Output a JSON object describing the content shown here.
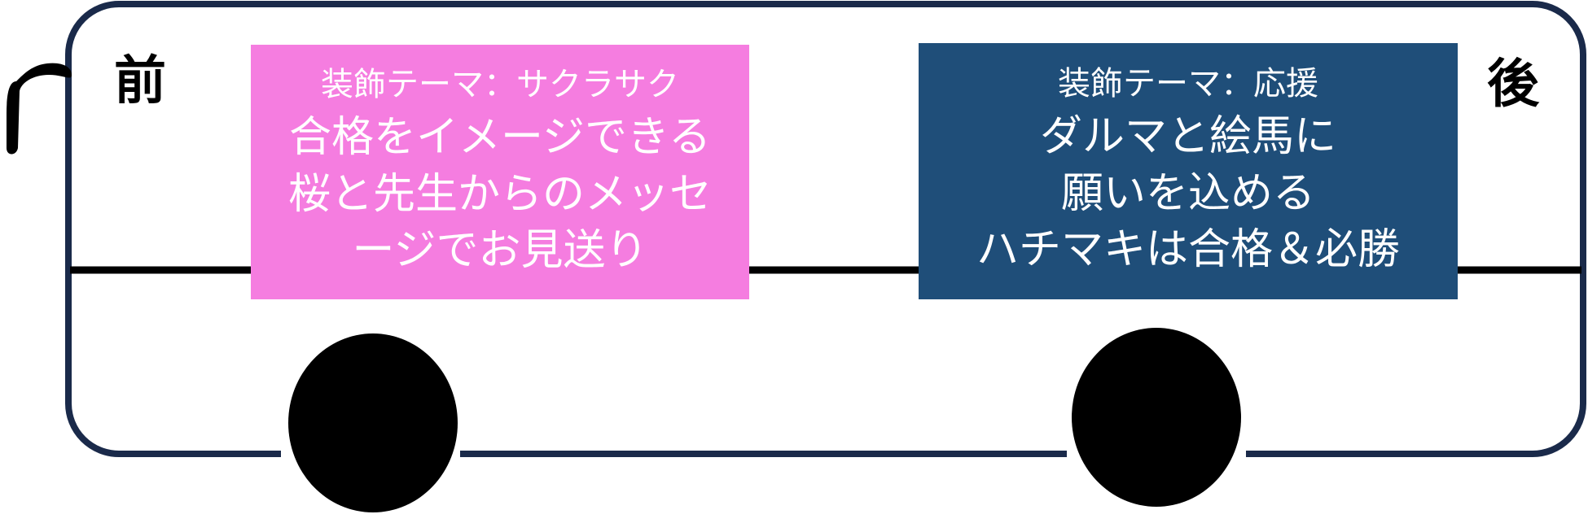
{
  "bus": {
    "front_label": "前",
    "rear_label": "後",
    "colors": {
      "body_outline": "#1a2a4a",
      "stripe": "#000000",
      "wheel": "#000000",
      "mirror": "#000000"
    }
  },
  "panels": {
    "front": {
      "theme": "装飾テーマ：サクラサク",
      "lines": [
        "合格をイメージできる",
        "桜と先生からのメッセ",
        "ージでお見送り"
      ],
      "background": "#f57de0"
    },
    "rear": {
      "theme": "装飾テーマ：応援",
      "lines": [
        "ダルマと絵馬に",
        "願いを込める",
        "ハチマキは合格＆必勝"
      ],
      "background": "#1f4e79"
    }
  }
}
